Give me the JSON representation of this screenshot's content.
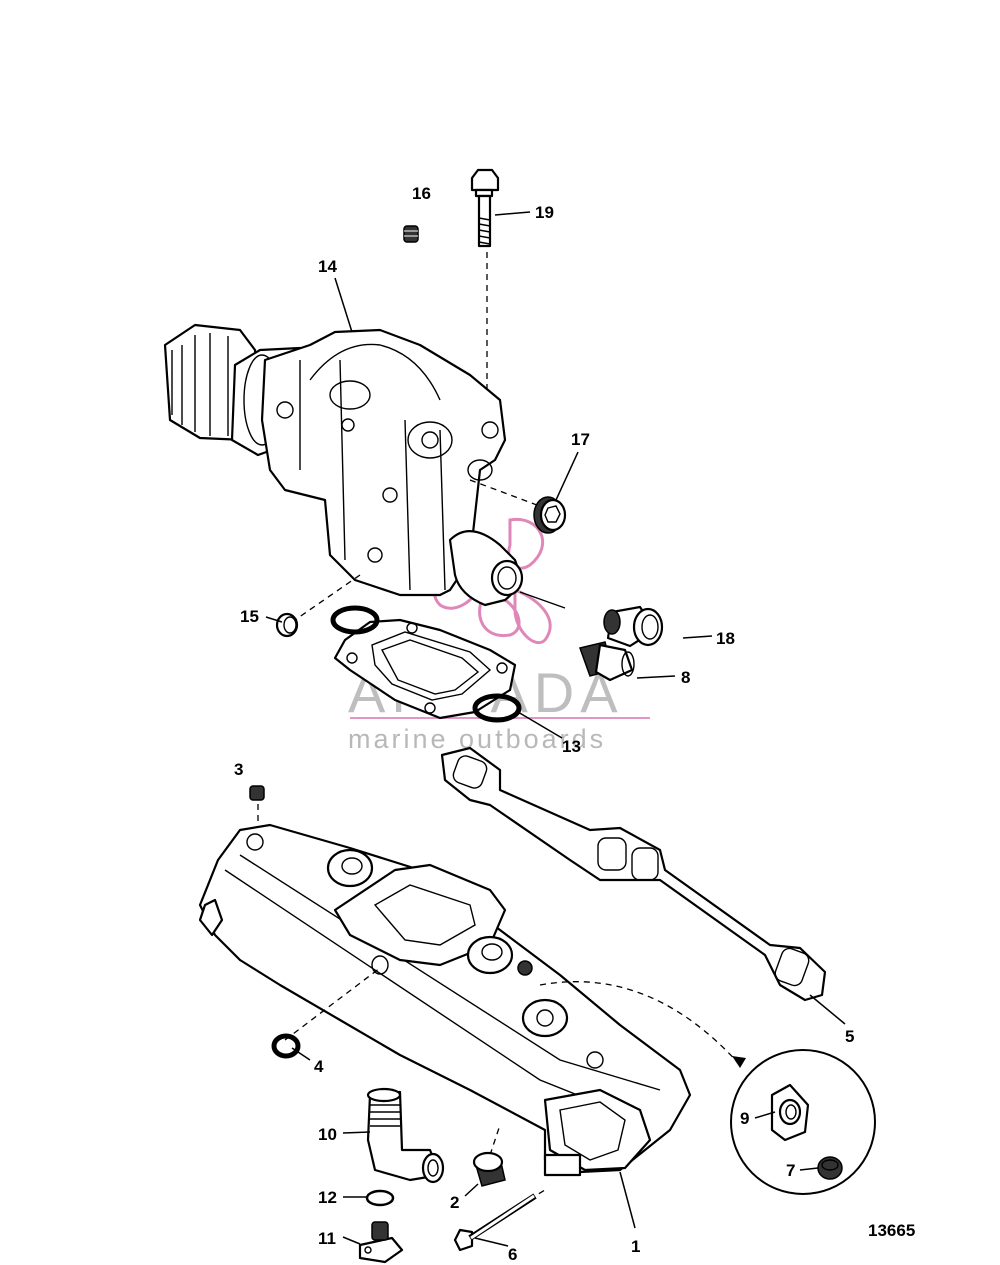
{
  "diagram": {
    "callouts": [
      "1",
      "2",
      "3",
      "4",
      "5",
      "6",
      "7",
      "8",
      "9",
      "10",
      "11",
      "12",
      "13",
      "14",
      "15",
      "16",
      "17",
      "18",
      "19"
    ],
    "figure_number": "13665"
  },
  "watermark": {
    "brand": "ARMADA",
    "tagline": "marine outboards",
    "accent_color": "#d86aa8"
  }
}
